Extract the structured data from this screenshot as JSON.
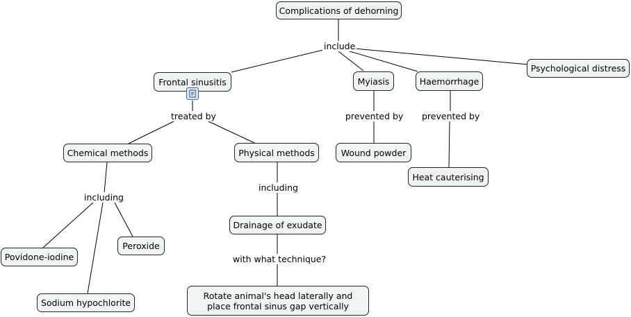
{
  "nodes": {
    "complications": "Complications of dehorning",
    "frontal_sinusitis": "Frontal sinusitis",
    "myiasis": "Myiasis",
    "haemorrhage": "Haemorrhage",
    "psychological_distress": "Psychological distress",
    "chemical_methods": "Chemical methods",
    "physical_methods": "Physical methods",
    "wound_powder": "Wound powder",
    "heat_cauterising": "Heat cauterising",
    "peroxide": "Peroxide",
    "povidone_iodine": "Povidone-iodine",
    "sodium_hypochlorite": "Sodium hypochlorite",
    "drainage": "Drainage of exudate",
    "rotate": "Rotate animal's head laterally and place frontal sinus gap vertically"
  },
  "links": {
    "include": "include",
    "treated_by": "treated by",
    "prevented_by_myiasis": "prevented by",
    "prevented_by_haemorrhage": "prevented by",
    "including_chemical": "including",
    "including_physical": "including",
    "with_what_technique": "with what technique?"
  },
  "icons": {
    "attachment": "document-icon"
  }
}
